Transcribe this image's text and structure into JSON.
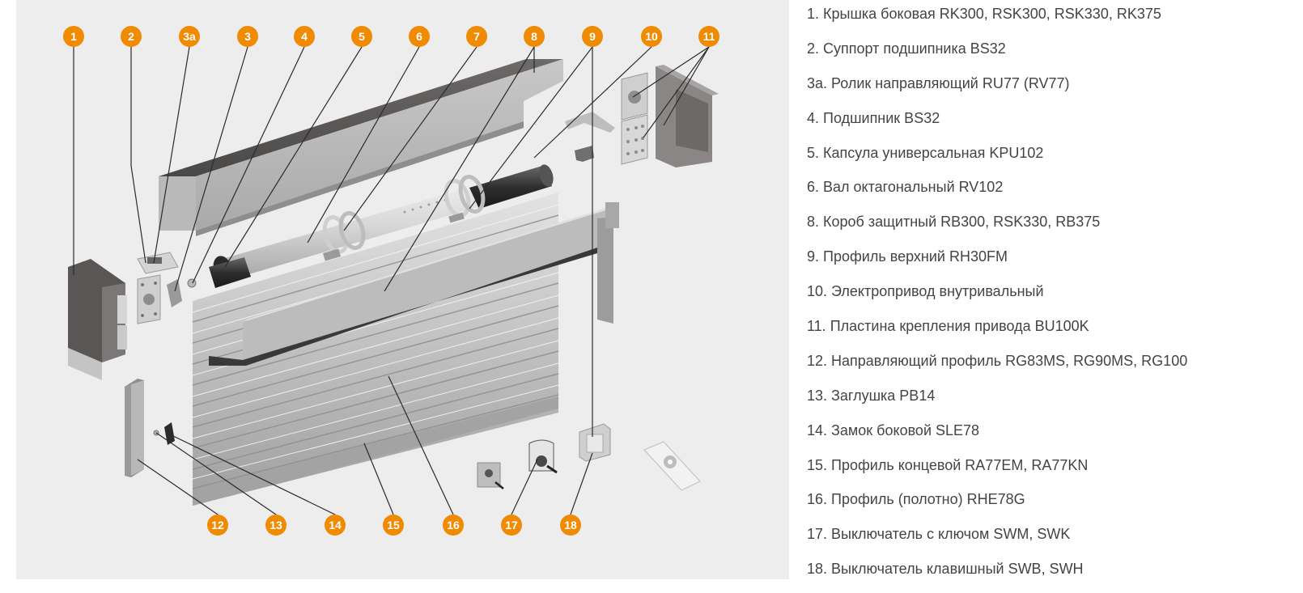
{
  "colors": {
    "panel_bg": "#ededed",
    "badge_orange": "#f08a00",
    "leader_line": "#2b2b2b",
    "legend_text": "#444444",
    "metal_dark": "#5a5656",
    "metal_mid": "#9a9a9a",
    "metal_light": "#cfcfcf"
  },
  "callouts": [
    {
      "label": "1",
      "target": "side-cover"
    },
    {
      "label": "2",
      "target": "bearing-support"
    },
    {
      "label": "3а",
      "target": "guide-roller"
    },
    {
      "label": "3",
      "target": "side-cover-plate"
    },
    {
      "label": "4",
      "target": "bearing"
    },
    {
      "label": "5",
      "target": "universal-capsule"
    },
    {
      "label": "6",
      "target": "octagonal-shaft"
    },
    {
      "label": "7",
      "target": "shaft-ring"
    },
    {
      "label": "8",
      "target": "protective-box"
    },
    {
      "label": "9",
      "target": "top-profile"
    },
    {
      "label": "10",
      "target": "tubular-motor"
    },
    {
      "label": "11",
      "target": "motor-mount-plate"
    },
    {
      "label": "12",
      "target": "guide-profile"
    },
    {
      "label": "13",
      "target": "end-plug"
    },
    {
      "label": "14",
      "target": "side-lock"
    },
    {
      "label": "15",
      "target": "end-profile"
    },
    {
      "label": "16",
      "target": "curtain-profile"
    },
    {
      "label": "17",
      "target": "key-switch"
    },
    {
      "label": "18",
      "target": "button-switch"
    }
  ],
  "legend": [
    "1. Крышка боковая RK300, RSK300, RSK330, RK375",
    "2. Суппорт подшипника BS32",
    "3а. Ролик направляющий RU77 (RV77)",
    "4. Подшипник BS32",
    "5. Капсула универсальная KPU102",
    "6. Вал октагональный RV102",
    "8. Короб защитный RB300, RSK330, RB375",
    "9. Профиль верхний RH30FM",
    "10. Электропривод внутривальный",
    "11. Пластина крепления привода BU100K",
    "12. Направляющий профиль RG83MS, RG90MS, RG100",
    "13. Заглушка PB14",
    "14. Замок боковой SLE78",
    "15. Профиль концевой RA77EM, RA77KN",
    "16. Профиль (полотно) RHE78G",
    "17. Выключатель с ключом SWM, SWK",
    "18. Выключатель клавишный SWB, SWH"
  ]
}
